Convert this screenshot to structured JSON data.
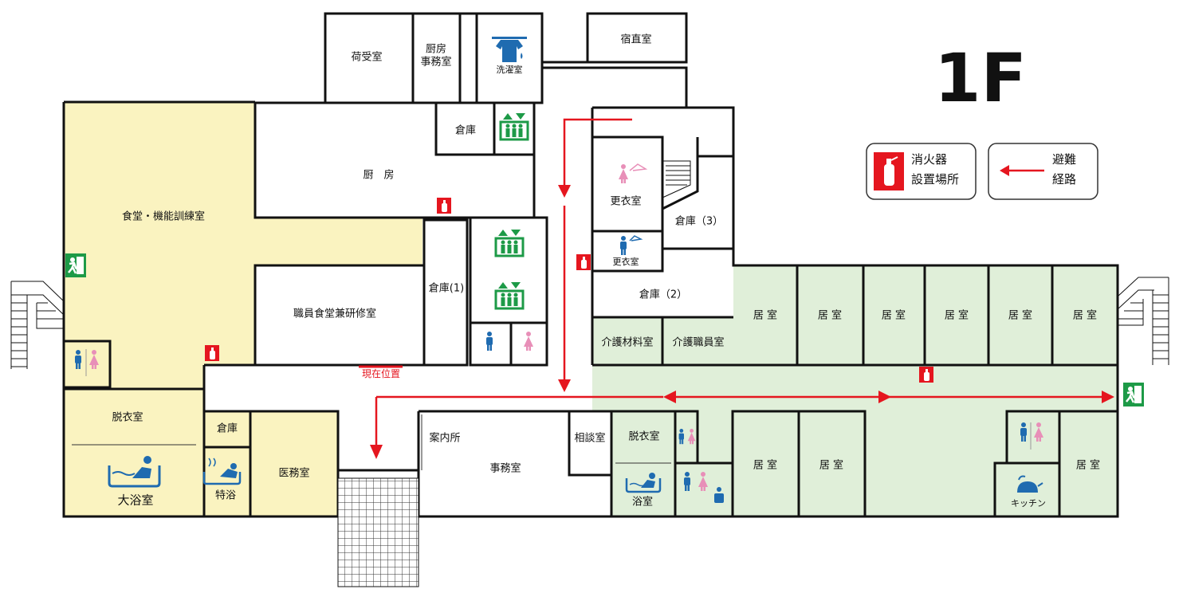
{
  "floor_label": "1F",
  "current_position": "現在位置",
  "legend": {
    "extinguisher_line1": "消火器",
    "extinguisher_line2": "設置場所",
    "evacuation_line1": "避難",
    "evacuation_line2": "経路"
  },
  "rooms": {
    "nieuke": "荷受室",
    "chubo_jimu_1": "厨房",
    "chubo_jimu_2": "事務室",
    "sentaku": "洗濯室",
    "shukuchoku": "宿直室",
    "souko_kitchen": "倉庫",
    "chubo": "厨　房",
    "shokudo": "食堂・機能訓練室",
    "koui_f": "更衣室",
    "koui_m": "更衣室",
    "souko3": "倉庫（3）",
    "souko1": "倉庫(1)",
    "staff_dining": "職員食堂兼研修室",
    "souko2": "倉庫（2）",
    "kaigo_zai": "介護材料室",
    "kaigo_shoku": "介護職員室",
    "kyo": "居 室",
    "datsui_left": "脱衣室",
    "daiyoku": "大浴室",
    "tokuyoku": "特浴",
    "souko_small": "倉庫",
    "imu": "医務室",
    "annai": "案内所",
    "jimu": "事務室",
    "sodan": "相談室",
    "datsui_right": "脱衣室",
    "yokushitsu": "浴室",
    "kitchen": "キッチン"
  },
  "colors": {
    "dining_zone": "#faf3c0",
    "bath_zone": "#faf3c0",
    "residential_zone": "#e0efd9",
    "route": "#e5161f",
    "extinguisher": "#e5161f",
    "exit_green": "#1d9a47",
    "elevator_green": "#1d9a47",
    "male_blue": "#1f6bb0",
    "female_pink": "#e88fb8"
  }
}
